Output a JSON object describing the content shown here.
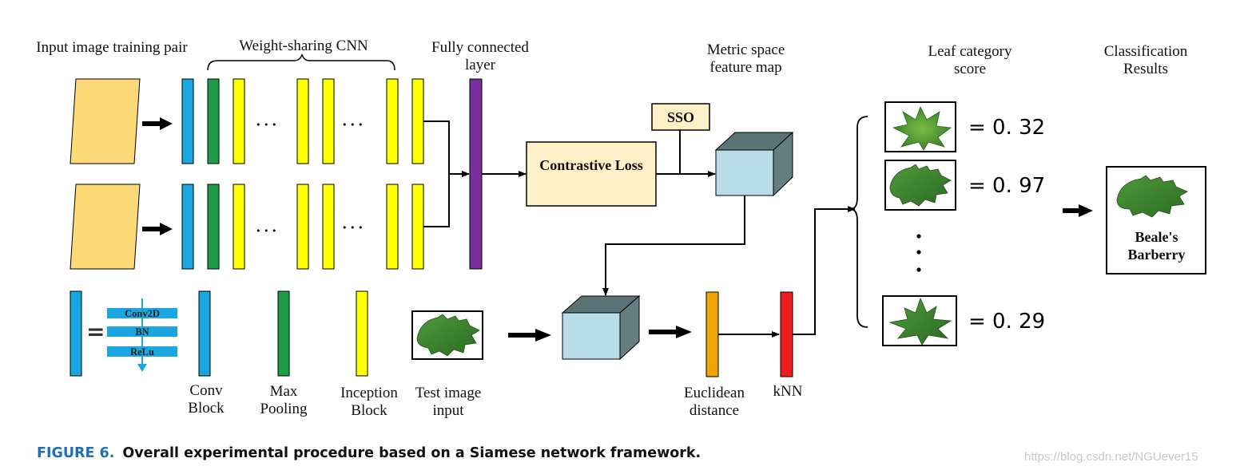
{
  "labels": {
    "input_pair": "Input image training pair",
    "weight_sharing": "Weight-sharing CNN",
    "fully_connected": "Fully connected layer",
    "metric_space": "Metric space feature map",
    "leaf_score": "Leaf category score",
    "classification": "Classification Results",
    "sso": "SSO",
    "contrastive_loss": "Contrastive Loss",
    "conv2d": "Conv2D",
    "bn": "BN",
    "relu": "ReLu",
    "conv_block": "Conv Block",
    "max_pooling": "Max Pooling",
    "inception_block": "Inception Block",
    "test_image": "Test image input",
    "euclidean": "Euclidean distance",
    "knn": "kNN",
    "result_name": "Beale's Barberry",
    "ellipsis": "• • •",
    "equals": "="
  },
  "scores": [
    "= 0. 32",
    "= 0. 97",
    "= 0. 29"
  ],
  "caption": {
    "figure": "FIGURE 6.",
    "text": "Overall experimental procedure based on a Siamese network framework."
  },
  "watermark": "https://blog.csdn.net/NGUever15",
  "colors": {
    "input_image": "#fdd977",
    "conv_block": "#1aa6e0",
    "max_pooling": "#1f9e4a",
    "inception_block": "#ffff00",
    "fully_connected": "#7b2f9e",
    "contrastive_loss": "#fff0c8",
    "feature_cube": "#b8dce6",
    "euclidean": "#f0a500",
    "knn": "#ee1c1c",
    "caption_blue": "#1f6fb5"
  }
}
